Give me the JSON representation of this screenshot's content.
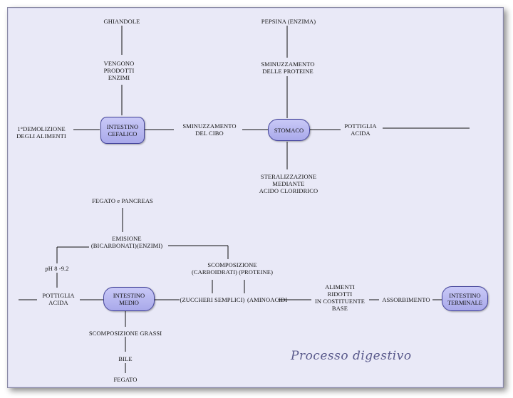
{
  "nodes": {
    "intestino_cefalico": "INTESTINO\nCEFALICO",
    "stomaco": "STOMACO",
    "intestino_medio": "INTESTINO\nMEDIO",
    "intestino_terminale": "INTESTINO\nTERMINALE"
  },
  "labels": {
    "ghiandole": "GHIANDOLE",
    "vengono_prodotti_enzimi": "VENGONO\nPRODOTTI\nENZIMI",
    "demolizione_alimenti": "1°DEMOLIZIONE\nDEGLI ALIMENTI",
    "sminuzzamento_cibo": "SMINUZZAMENTO\nDEL CIBO",
    "pepsina": "PEPSINA (ENZIMA)",
    "sminuzzamento_proteine": "SMINUZZAMENTO\nDELLE PROTEINE",
    "poltiglia_acida_top": "POTTIGLIA\nACIDA",
    "sterilizzazione": "STERALIZZAZIONE\nMEDIANTE\nACIDO CLORIDRICO",
    "fegato_pancreas": "FEGATO e PANCREAS",
    "emisione": "EMISIONE\n(BICARBONATI)(ENZIMI)",
    "ph": "pH 8 -9.2",
    "poltiglia_acida_left": "POTTIGLIA\nACIDA",
    "scomposizione": "SCOMPOSIZIONE\n(CARBOIDRATI) (PROTEINE)",
    "zuccheri": "(ZUCCHERI SEMPLICI)",
    "aminoacidi": "(AMINOACIDI",
    "alimenti_ridotti": "ALIMENTI\nRIDOTTI\nIN COSTITUENTE\nBASE",
    "assorbimento": "ASSORBIMENTO",
    "scomposizione_grassi": "SCOMPOSIZIONE GRASSI",
    "bile": "BILE",
    "fegato": "FEGATO"
  },
  "title": "Processo digestivo"
}
